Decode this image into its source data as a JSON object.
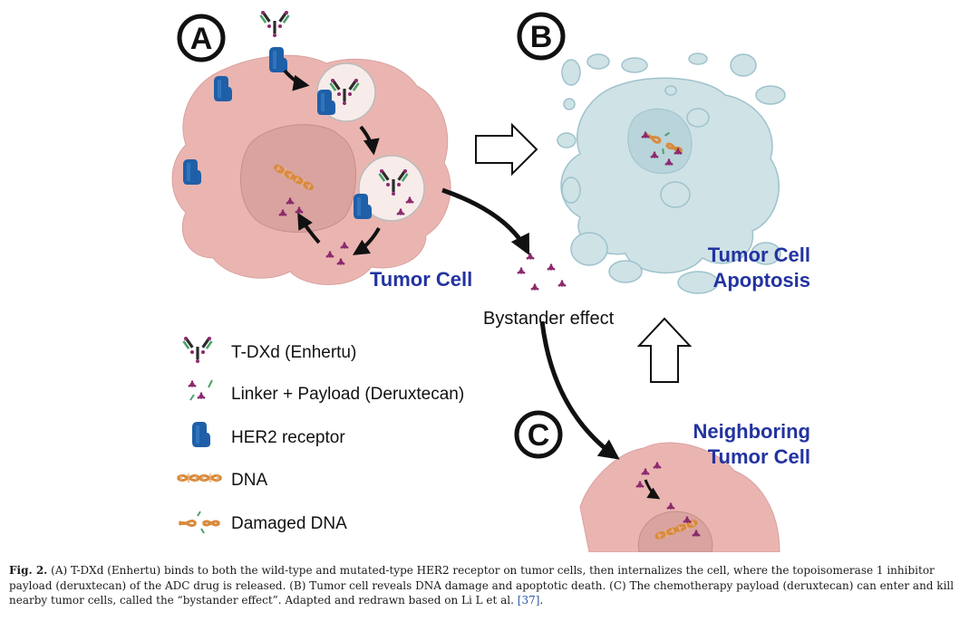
{
  "panels": {
    "a": "A",
    "b": "B",
    "c": "C"
  },
  "labels": {
    "tumor_cell": "Tumor Cell",
    "apoptosis_line1": "Tumor Cell",
    "apoptosis_line2": "Apoptosis",
    "neighbor_line1": "Neighboring",
    "neighbor_line2": "Tumor Cell",
    "bystander": "Bystander effect"
  },
  "legend": [
    {
      "icon": "antibody-icon",
      "label": "T-DXd (Enhertu)"
    },
    {
      "icon": "payload-icon",
      "label": "Linker + Payload (Deruxtecan)"
    },
    {
      "icon": "receptor-icon",
      "label": "HER2 receptor"
    },
    {
      "icon": "dna-icon",
      "label": "DNA"
    },
    {
      "icon": "damaged-dna-icon",
      "label": "Damaged DNA"
    }
  ],
  "caption": {
    "label": "Fig. 2.",
    "text": " (A) T-DXd (Enhertu) binds to both the wild-type and mutated-type HER2 receptor on tumor cells, then internalizes the cell, where the topoisomerase 1 inhibitor payload (deruxtecan) of the ADC drug is released. (B) Tumor cell reveals DNA damage and apoptotic death. (C) The chemotherapy payload (deruxtecan) can enter and kill nearby tumor cells, called the “bystander effect”. Adapted and redrawn based on Li L et al. ",
    "ref": "[37]",
    "end": "."
  },
  "colors": {
    "cell_fill": "#eab5b0",
    "nucleus_fill": "#d9a39f",
    "apoptotic_fill": "#cfe2e6",
    "apoptotic_stroke": "#9ec3cc",
    "label_blue": "#2233a0",
    "receptor": "#1f5fa8",
    "dna": "#d98a3a",
    "payload": "#8c2a6e"
  }
}
